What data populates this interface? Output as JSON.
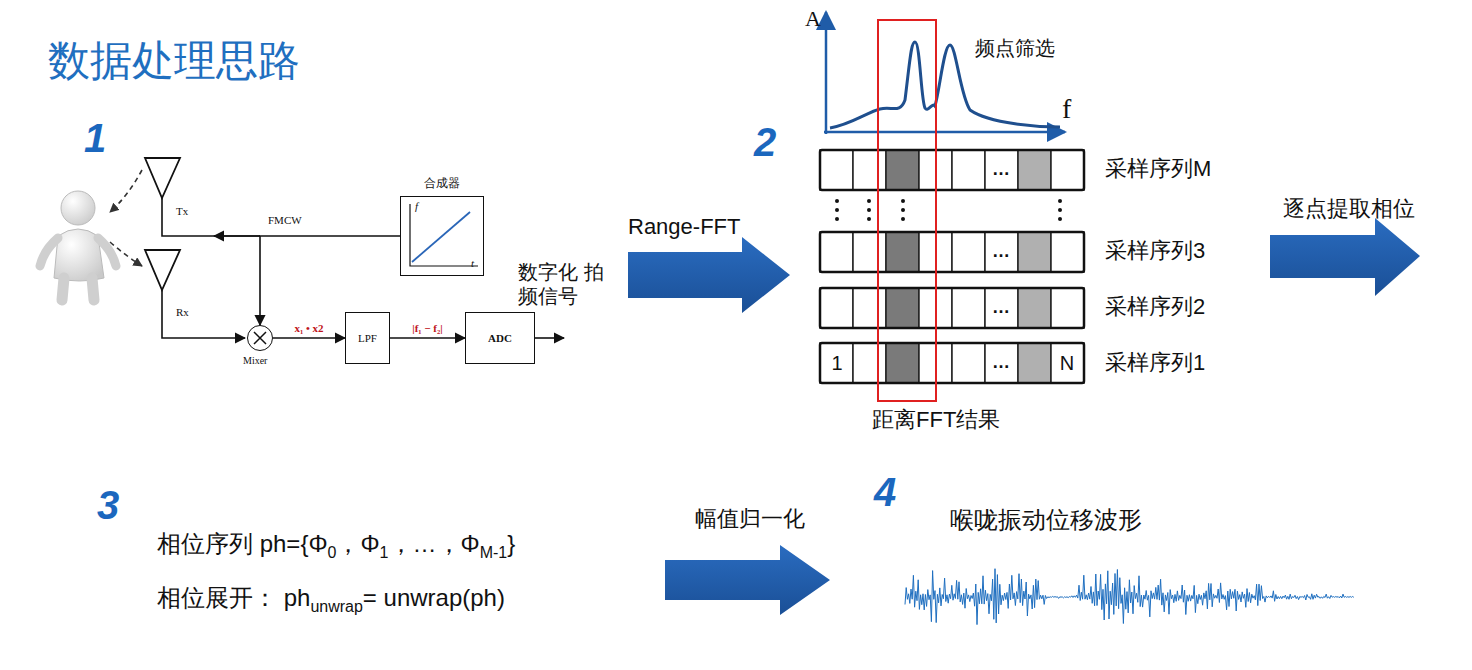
{
  "diagram": {
    "title": "数据处理思路",
    "nodes": [
      {
        "text": [
          "合成器",
          "f",
          "t"
        ]
      },
      {
        "text": [
          "Mixer"
        ]
      },
      {
        "text": [
          "LPF"
        ]
      },
      {
        "text": [
          "ADC"
        ]
      }
    ],
    "edges": [
      {
        "from": 0,
        "to": 1,
        "arrow": "to"
      },
      {
        "from": 1,
        "to": 2,
        "label": "x₁ • x2",
        "arrow": "to"
      },
      {
        "from": 2,
        "to": 3,
        "label": "|f₁ − f₂|",
        "arrow": "to"
      }
    ],
    "labels": [
      "1",
      "2",
      "3",
      "4",
      "Tx",
      "Rx",
      "FMCW",
      "数字化 拍频信号",
      "Range-FFT",
      "A",
      "f",
      "频点筛选",
      "…",
      "采样序列M",
      "…",
      "采样序列3",
      "…",
      "采样序列2",
      "1",
      "…",
      "N",
      "采样序列1",
      "距离FFT结果",
      "逐点提取相位",
      "相位序列 ph={Φ",
      "0",
      "，Φ",
      "1",
      "，…，Φ",
      "M-1",
      "}",
      "相位展开： ph",
      "unwrap",
      "= unwrap(ph)",
      "幅值归一化",
      "喉咙振动位移波形"
    ]
  }
}
